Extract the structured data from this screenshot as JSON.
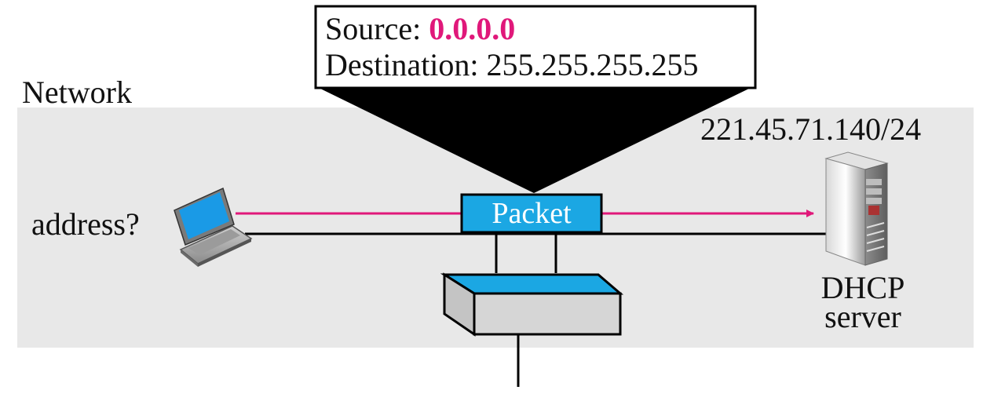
{
  "header": {
    "source_label": "Source: ",
    "source_value": "0.0.0.0",
    "destination_label": "Destination: ",
    "destination_value": "255.255.255.255"
  },
  "network": {
    "label": "Network"
  },
  "client": {
    "label": "address?",
    "icon": "laptop-icon"
  },
  "packet": {
    "label": "Packet"
  },
  "server": {
    "ip": "221.45.71.140/24",
    "label_line1": "DHCP",
    "label_line2": "server",
    "icon": "server-tower-icon"
  },
  "switch": {
    "icon": "network-switch-icon"
  },
  "colors": {
    "highlight": "#e0187a",
    "packet_fill": "#1ba7e3",
    "network_bg": "#e8e8e8",
    "screen_blue": "#1a9ae6"
  }
}
